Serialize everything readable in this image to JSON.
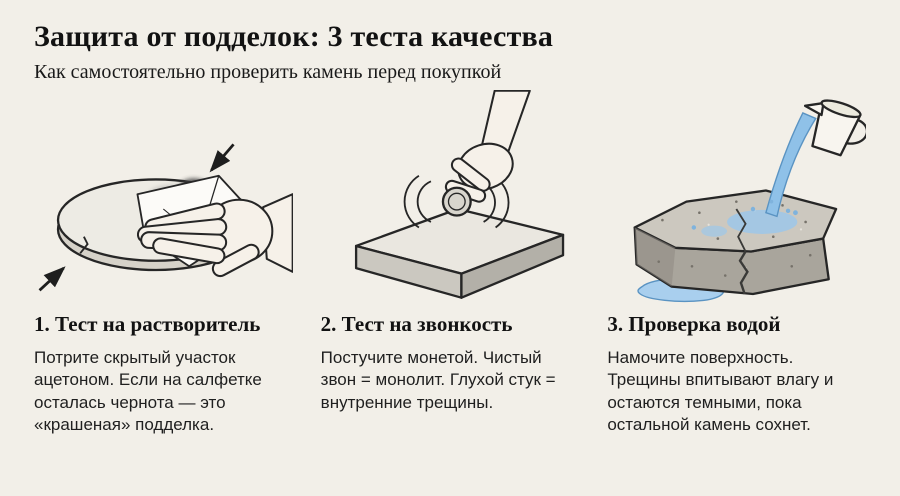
{
  "page": {
    "title": "Защита от подделок: 3 теста качества",
    "subtitle": "Как самостоятельно проверить камень перед покупкой"
  },
  "tests": [
    {
      "heading": "1. Тест на растворитель",
      "body": "Потрите скрытый участок ацетоном. Если на салфетке осталась чернота — это «крашеная» подделка.",
      "illustration": "hand-rubbing-round-stone-with-white-cloth-dark-stain-arrows"
    },
    {
      "heading": "2. Тест на звонкость",
      "body": "Постучите монетой. Чистый звон = монолит. Глухой стук = внутренние трещины.",
      "illustration": "hand-tapping-coin-on-stone-slab-with-vibration-arcs"
    },
    {
      "heading": "3. Проверка водой",
      "body": "Намочите поверхность. Трещины впитывают влагу и остаются темными, пока остальной камень сохнет.",
      "illustration": "pitcher-pouring-water-on-cracked-stone-block-with-puddle"
    }
  ],
  "colors": {
    "background": "#f2efe8",
    "text": "#1b1b1b",
    "outline": "#262626",
    "water": "#8fc1e8",
    "stone_light": "#edebe4",
    "stone_dark": "#a9a59c"
  }
}
